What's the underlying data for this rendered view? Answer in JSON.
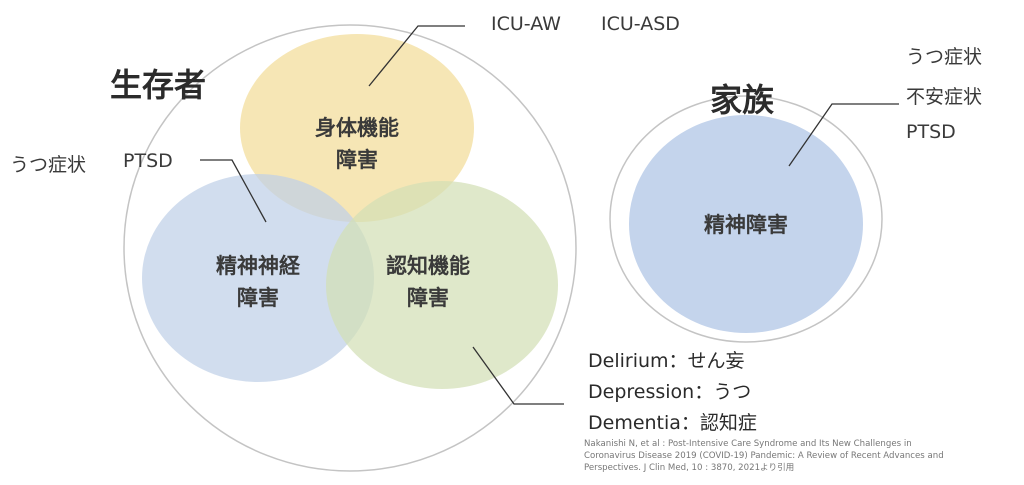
{
  "survivors": {
    "title": "生存者",
    "physical": [
      "身体機能",
      "障害"
    ],
    "mental": [
      "精神神経",
      "障害"
    ],
    "cognitive": [
      "認知機能",
      "障害"
    ],
    "physical_notes": [
      "ICU-AW",
      "ICU-ASD"
    ],
    "mental_notes": [
      "うつ症状",
      "PTSD"
    ],
    "cognitive_notes": [
      "Delirium：せん妄",
      "Depression：うつ",
      "Dementia：認知症"
    ]
  },
  "family": {
    "title": "家族",
    "label": "精神障害",
    "notes": [
      "うつ症状",
      "不安症状",
      "PTSD"
    ]
  },
  "citation": [
    "Nakanishi N, et al : Post-Intensive Care Syndrome and Its New Challenges in",
    "Coronavirus Disease 2019 (COVID-19) Pandemic: A Review of Recent Advances and",
    "Perspectives. J Clin Med, 10 : 3870, 2021より引用"
  ],
  "colors": {
    "physical": "#f3dc99",
    "mental": "#bfd0e8",
    "cognitive": "#d2dfb6",
    "family": "#c4d4ec",
    "outline": "#bfbfbf",
    "leader": "#333333"
  }
}
